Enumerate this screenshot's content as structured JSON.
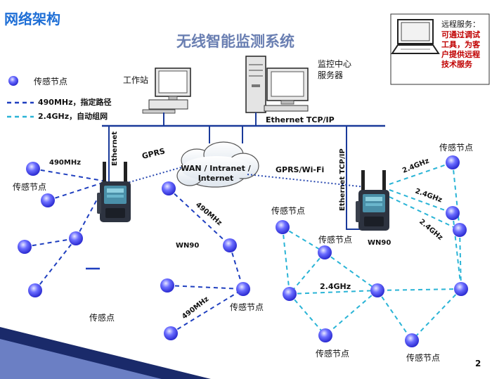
{
  "header": {
    "section_title": "网络架构",
    "diagram_title": "无线智能监测系统"
  },
  "legend": {
    "node_label": "传感节点",
    "line_490": "490MHz，指定路径",
    "line_24": "2.4GHz，自动组网"
  },
  "remote_service": {
    "title": "远程服务：",
    "lines": [
      "可通过调试",
      "工具，为客",
      "户提供远程",
      "技术服务"
    ]
  },
  "devices": {
    "workstation": "工作站",
    "server_line1": "监控中心",
    "server_line2": "服务器"
  },
  "network": {
    "ethernet_bus": "Ethernet   TCP/IP",
    "ethernet_left": "Ethernet",
    "ethernet_right": "Ethernet   TCP/IP",
    "wan_line1": "WAN / Intranet /",
    "wan_line2": "Internet",
    "gprs": "GPRS",
    "gprs_wifi": "GPRS/Wi-Fi"
  },
  "links": {
    "l490_top": "490MHz",
    "l490_mid": "490MHz",
    "l490_bottom": "490MHz",
    "g24_1": "2.4GHz",
    "g24_2": "2.4GHz",
    "g24_3": "2.4GHz",
    "g24_center": "2.4GHz"
  },
  "gateways": {
    "center_label": "WN90",
    "right_label": "WN90"
  },
  "node_labels": {
    "left_mid": "传感节点",
    "bottom_left": "传感点",
    "center_bottom": "传感节点",
    "right_top": "传感节点",
    "mesh_top": "传感节点",
    "mesh_mid": "传感节点",
    "mesh_bottom": "传感节点",
    "right_bottom": "传感节点"
  },
  "page_number": "2",
  "colors": {
    "section_title": "#1f6fd6",
    "node_fill": "#3b3ef0",
    "line_490": "#1f3fbf",
    "line_24": "#2ab4d6",
    "bus": "#1a3a9a",
    "remote_text": "#c00000"
  }
}
